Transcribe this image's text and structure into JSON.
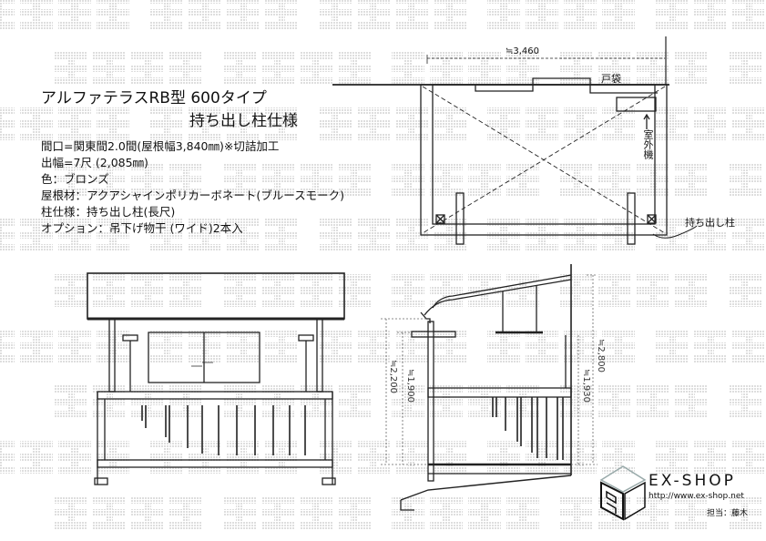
{
  "watermark": "転載禁止",
  "title": {
    "line1": "アルファテラスRB型 600タイプ",
    "line2": "持ち出し柱仕様"
  },
  "specs": [
    "間口=関東間2.0間(屋根幅3,840㎜)※切詰加工",
    "出幅=7尺 (2,085㎜)",
    "色：ブロンズ",
    "屋根材：アクアシャインポリカーボネート(ブルースモーク)",
    "柱仕様：持ち出し柱(長尺)",
    "オプション：吊下げ物干 (ワイド)2本入"
  ],
  "plan": {
    "width_dim": "≒3,460",
    "door_pocket": "戸袋",
    "outdoor_unit": "室外機",
    "post_label": "持ち出し柱"
  },
  "side_elevation": {
    "dim_total_height": "≒2,800",
    "dim_deck_height": "≒1,930",
    "dim_gutter_height": "≒2,200",
    "dim_beam_height": "≒1,900"
  },
  "logo": {
    "brand": "EX-SHOP",
    "url": "http://www.ex-shop.net",
    "staff": "担当：藤木"
  }
}
